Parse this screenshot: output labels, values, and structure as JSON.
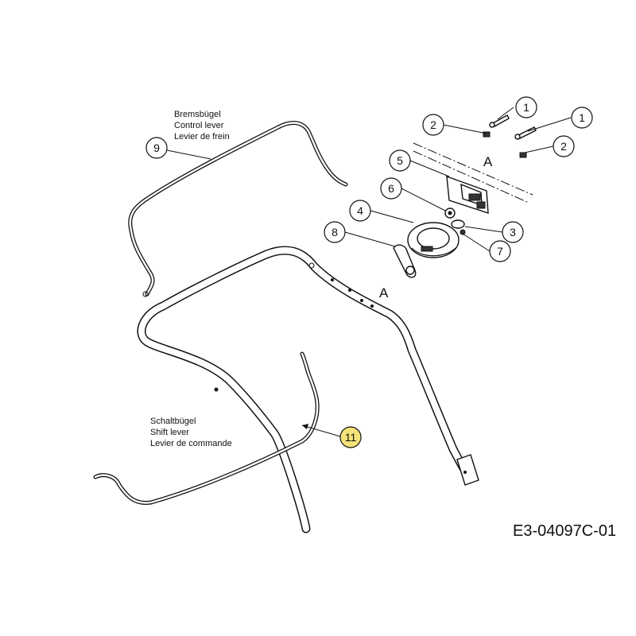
{
  "labels": {
    "brake_lever": [
      "Bremsbügel",
      "Control lever",
      "Levier de frein"
    ],
    "shift_lever": [
      "Schaltbügel",
      "Shift lever",
      "Levier de commande"
    ]
  },
  "detail_letter": "A",
  "drawing_code": "E3-04097C-01",
  "callouts": {
    "c1a": "1",
    "c1b": "1",
    "c2a": "2",
    "c2b": "2",
    "c3": "3",
    "c4": "4",
    "c5": "5",
    "c6": "6",
    "c7": "7",
    "c8": "8",
    "c9": "9",
    "c11": "11"
  },
  "colors": {
    "highlight": "#f6e27a",
    "ink": "#111111"
  }
}
